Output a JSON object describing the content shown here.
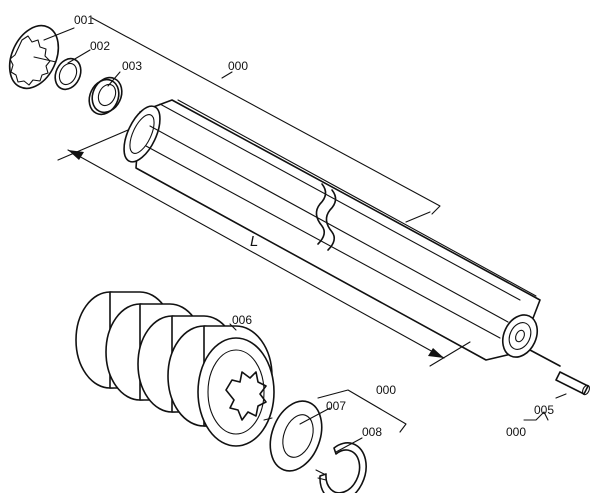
{
  "labels": {
    "p001": "001",
    "p002": "002",
    "p003": "003",
    "p000_top": "000",
    "p006": "006",
    "p000_mid": "000",
    "p007": "007",
    "p008": "008",
    "p005": "005",
    "p000_bottom": "000"
  },
  "dimension": {
    "length_label": "L"
  }
}
